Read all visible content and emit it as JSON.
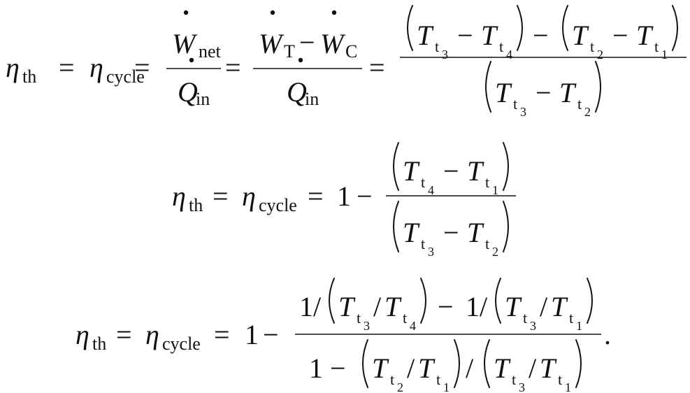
{
  "sym": {
    "eta": "η",
    "T": "T",
    "W": "W",
    "Q": "Q",
    "one": "1",
    "eq": "=",
    "minus": "−",
    "slash": "/",
    "period": "."
  },
  "sub": {
    "th": "th",
    "cycle": "cycle",
    "net": "net",
    "in": "in",
    "turbine": "T",
    "compressor": "C",
    "t": "t",
    "s1": "1",
    "s2": "2",
    "s3": "3",
    "s4": "4"
  }
}
